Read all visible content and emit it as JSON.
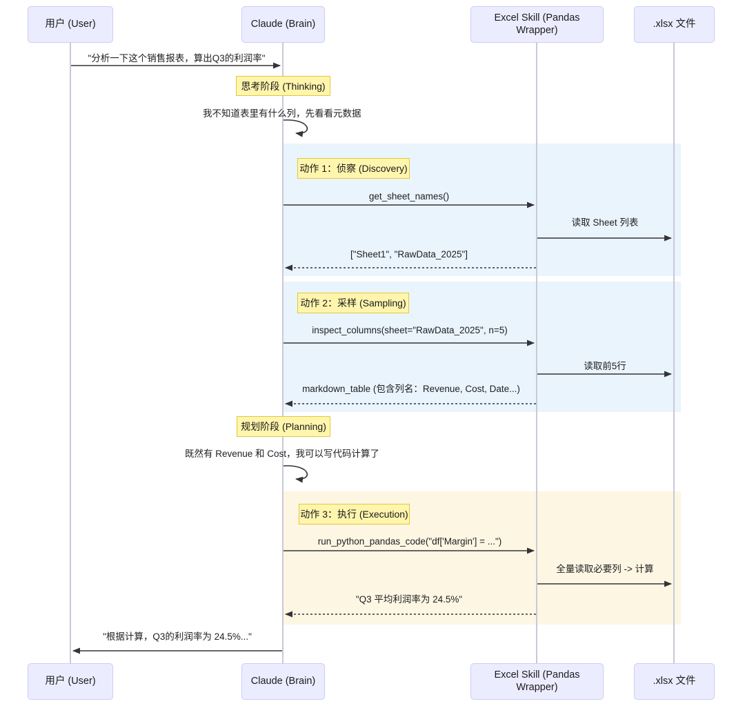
{
  "diagram": {
    "type": "sequence-diagram",
    "title": "",
    "colors": {
      "participant_fill": "#ECECFF",
      "participant_border": "#CBCBF5",
      "note_fill": "#FFF5AD",
      "note_border": "#DFC93C",
      "band_discovery": "#EAF4FD",
      "band_sampling": "#EAF4FD",
      "band_execution": "#FDF6E3",
      "lifeline": "#C9C9D6",
      "arrow": "#333338"
    }
  },
  "participants": [
    {
      "id": "user",
      "label": "用户 (User)"
    },
    {
      "id": "claude",
      "label": "Claude (Brain)"
    },
    {
      "id": "skill",
      "label": "Excel Skill (Pandas Wrapper)"
    },
    {
      "id": "file",
      "label": ".xlsx 文件"
    }
  ],
  "participants_bottom": [
    {
      "id": "user",
      "label": "用户 (User)"
    },
    {
      "id": "claude",
      "label": "Claude (Brain)"
    },
    {
      "id": "skill",
      "label": "Excel Skill (Pandas Wrapper)"
    },
    {
      "id": "file",
      "label": ".xlsx 文件"
    }
  ],
  "notes": [
    {
      "id": "thinking",
      "label": "思考阶段 (Thinking)"
    },
    {
      "id": "discovery",
      "label": "动作 1：侦察 (Discovery)"
    },
    {
      "id": "sampling",
      "label": "动作 2：采样 (Sampling)"
    },
    {
      "id": "planning",
      "label": "规划阶段 (Planning)"
    },
    {
      "id": "execution",
      "label": "动作 3：执行 (Execution)"
    }
  ],
  "messages": [
    {
      "id": "m1",
      "from": "user",
      "to": "claude",
      "kind": "solid",
      "label": "\"分析一下这个销售报表，算出Q3的利润率\""
    },
    {
      "id": "m2",
      "from": "claude",
      "to": "claude",
      "kind": "self",
      "label": "我不知道表里有什么列，先看看元数据"
    },
    {
      "id": "m3",
      "from": "claude",
      "to": "skill",
      "kind": "solid",
      "label": "get_sheet_names()"
    },
    {
      "id": "m4",
      "from": "skill",
      "to": "file",
      "kind": "solid",
      "label": "读取 Sheet 列表"
    },
    {
      "id": "m5",
      "from": "skill",
      "to": "claude",
      "kind": "dotted",
      "label": "[\"Sheet1\", \"RawData_2025\"]"
    },
    {
      "id": "m6",
      "from": "claude",
      "to": "skill",
      "kind": "solid",
      "label": "inspect_columns(sheet=\"RawData_2025\", n=5)"
    },
    {
      "id": "m7",
      "from": "skill",
      "to": "file",
      "kind": "solid",
      "label": "读取前5行"
    },
    {
      "id": "m8",
      "from": "skill",
      "to": "claude",
      "kind": "dotted",
      "label": "markdown_table (包含列名：Revenue, Cost, Date...)"
    },
    {
      "id": "m9",
      "from": "claude",
      "to": "claude",
      "kind": "self",
      "label": "既然有 Revenue 和 Cost，我可以写代码计算了"
    },
    {
      "id": "m10",
      "from": "claude",
      "to": "skill",
      "kind": "solid",
      "label": "run_python_pandas_code(\"df['Margin'] = ...\")"
    },
    {
      "id": "m11",
      "from": "skill",
      "to": "file",
      "kind": "solid",
      "label": "全量读取必要列 -> 计算"
    },
    {
      "id": "m12",
      "from": "skill",
      "to": "claude",
      "kind": "dotted",
      "label": "\"Q3 平均利润率为 24.5%\""
    },
    {
      "id": "m13",
      "from": "claude",
      "to": "user",
      "kind": "solid",
      "label": "\"根据计算，Q3的利润率为 24.5%...\""
    }
  ],
  "bands": [
    {
      "id": "band-discovery",
      "fill": "#EAF4FD"
    },
    {
      "id": "band-sampling",
      "fill": "#EAF4FD"
    },
    {
      "id": "band-execution",
      "fill": "#FDF6E3"
    }
  ]
}
